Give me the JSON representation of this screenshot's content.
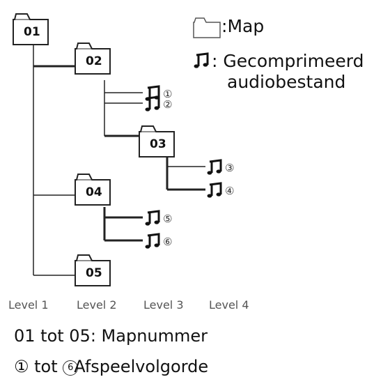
{
  "folders": [
    {
      "id": "f01",
      "label": "01"
    },
    {
      "id": "f02",
      "label": "02"
    },
    {
      "id": "f03",
      "label": "03"
    },
    {
      "id": "f04",
      "label": "04"
    },
    {
      "id": "f05",
      "label": "05"
    }
  ],
  "files": [
    {
      "id": "n1",
      "num": "①"
    },
    {
      "id": "n2",
      "num": "②"
    },
    {
      "id": "n3",
      "num": "③"
    },
    {
      "id": "n4",
      "num": "④"
    },
    {
      "id": "n5",
      "num": "⑤"
    },
    {
      "id": "n6",
      "num": "⑥"
    }
  ],
  "legend": {
    "folder_label": "Map",
    "file_label_line1": "Gecomprimeerd",
    "file_label_line2": "audiobestand",
    "folder_icon": "folder-icon",
    "file_icon": "music-note-icon"
  },
  "levels": [
    "Level 1",
    "Level 2",
    "Level 3",
    "Level 4"
  ],
  "captions": {
    "folder_numbers": "01 tot 05: Mapnummer",
    "play_order_start": "①",
    "play_order_mid": " tot ",
    "play_order_end_num": "6",
    "play_order_label": "Afspeelvolgorde"
  }
}
